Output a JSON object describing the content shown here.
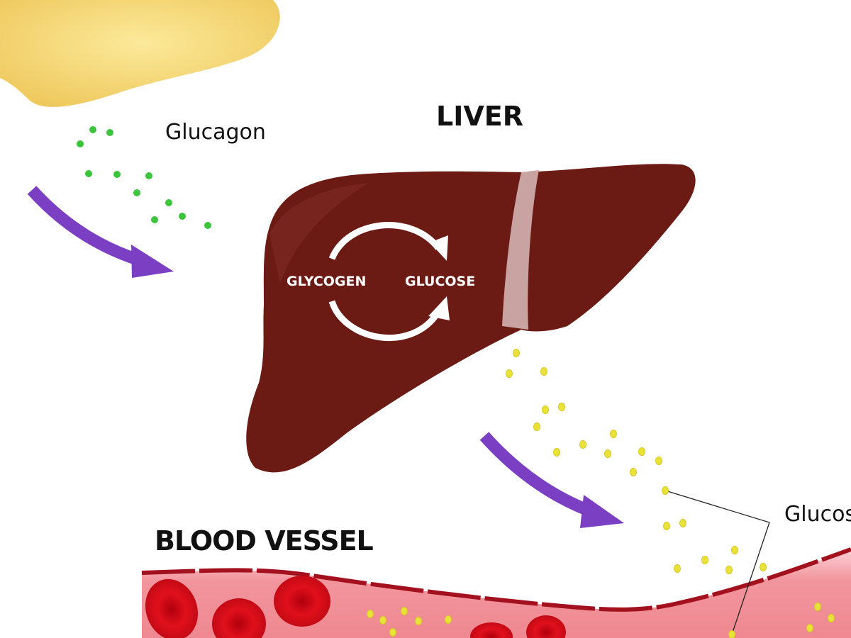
{
  "labels": {
    "glucagon": "Glucagon",
    "liver": "LIVER",
    "glycogen": "GLYCOGEN",
    "glucose_inner": "GLUCOSE",
    "blood_vessel": "BLOOD VESSEL",
    "glucose_outer": "Glucose"
  },
  "colors": {
    "liver": "#6b1a14",
    "ligament": "#c9a3a1",
    "arrow": "#7b3fc4",
    "glucagon_dot": "#3cc43c",
    "glucose_dot": "#e8e23a",
    "vessel": "#f2949c",
    "vessel_wall": "#a3111e",
    "blood_cell": "#d40f1a",
    "pancreas": "#f2d46a"
  }
}
